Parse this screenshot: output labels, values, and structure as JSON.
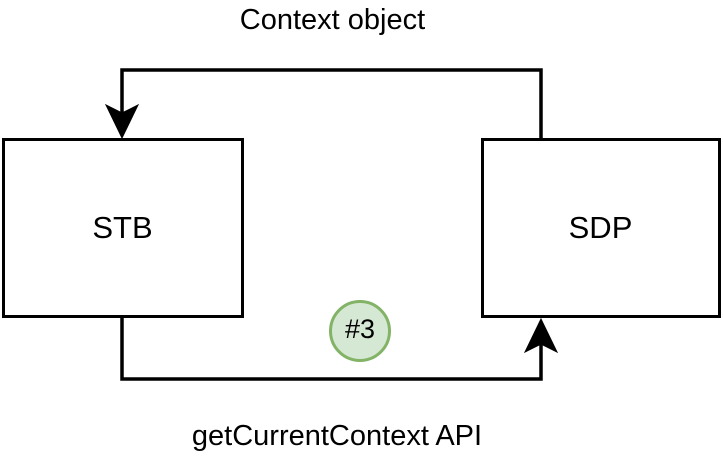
{
  "diagram": {
    "title": "Context object",
    "caption": "getCurrentContext API",
    "nodes": [
      {
        "id": "stb",
        "label": "STB"
      },
      {
        "id": "sdp",
        "label": "SDP"
      }
    ],
    "badge": {
      "label": "#3",
      "fill_color": "#d5e8d4",
      "stroke_color": "#82b366"
    },
    "edges": [
      {
        "id": "context-object-edge",
        "from": "sdp",
        "to": "stb",
        "label": "Context object",
        "direction": "right-to-left",
        "arrow_at": "stb-top"
      },
      {
        "id": "get-current-context-edge",
        "from": "stb",
        "to": "sdp",
        "label": "getCurrentContext API",
        "direction": "left-to-right",
        "arrow_at": "sdp-bottom"
      }
    ],
    "style": {
      "line_color": "#000000",
      "box_fill": "#ffffff",
      "background": "#ffffff"
    }
  }
}
